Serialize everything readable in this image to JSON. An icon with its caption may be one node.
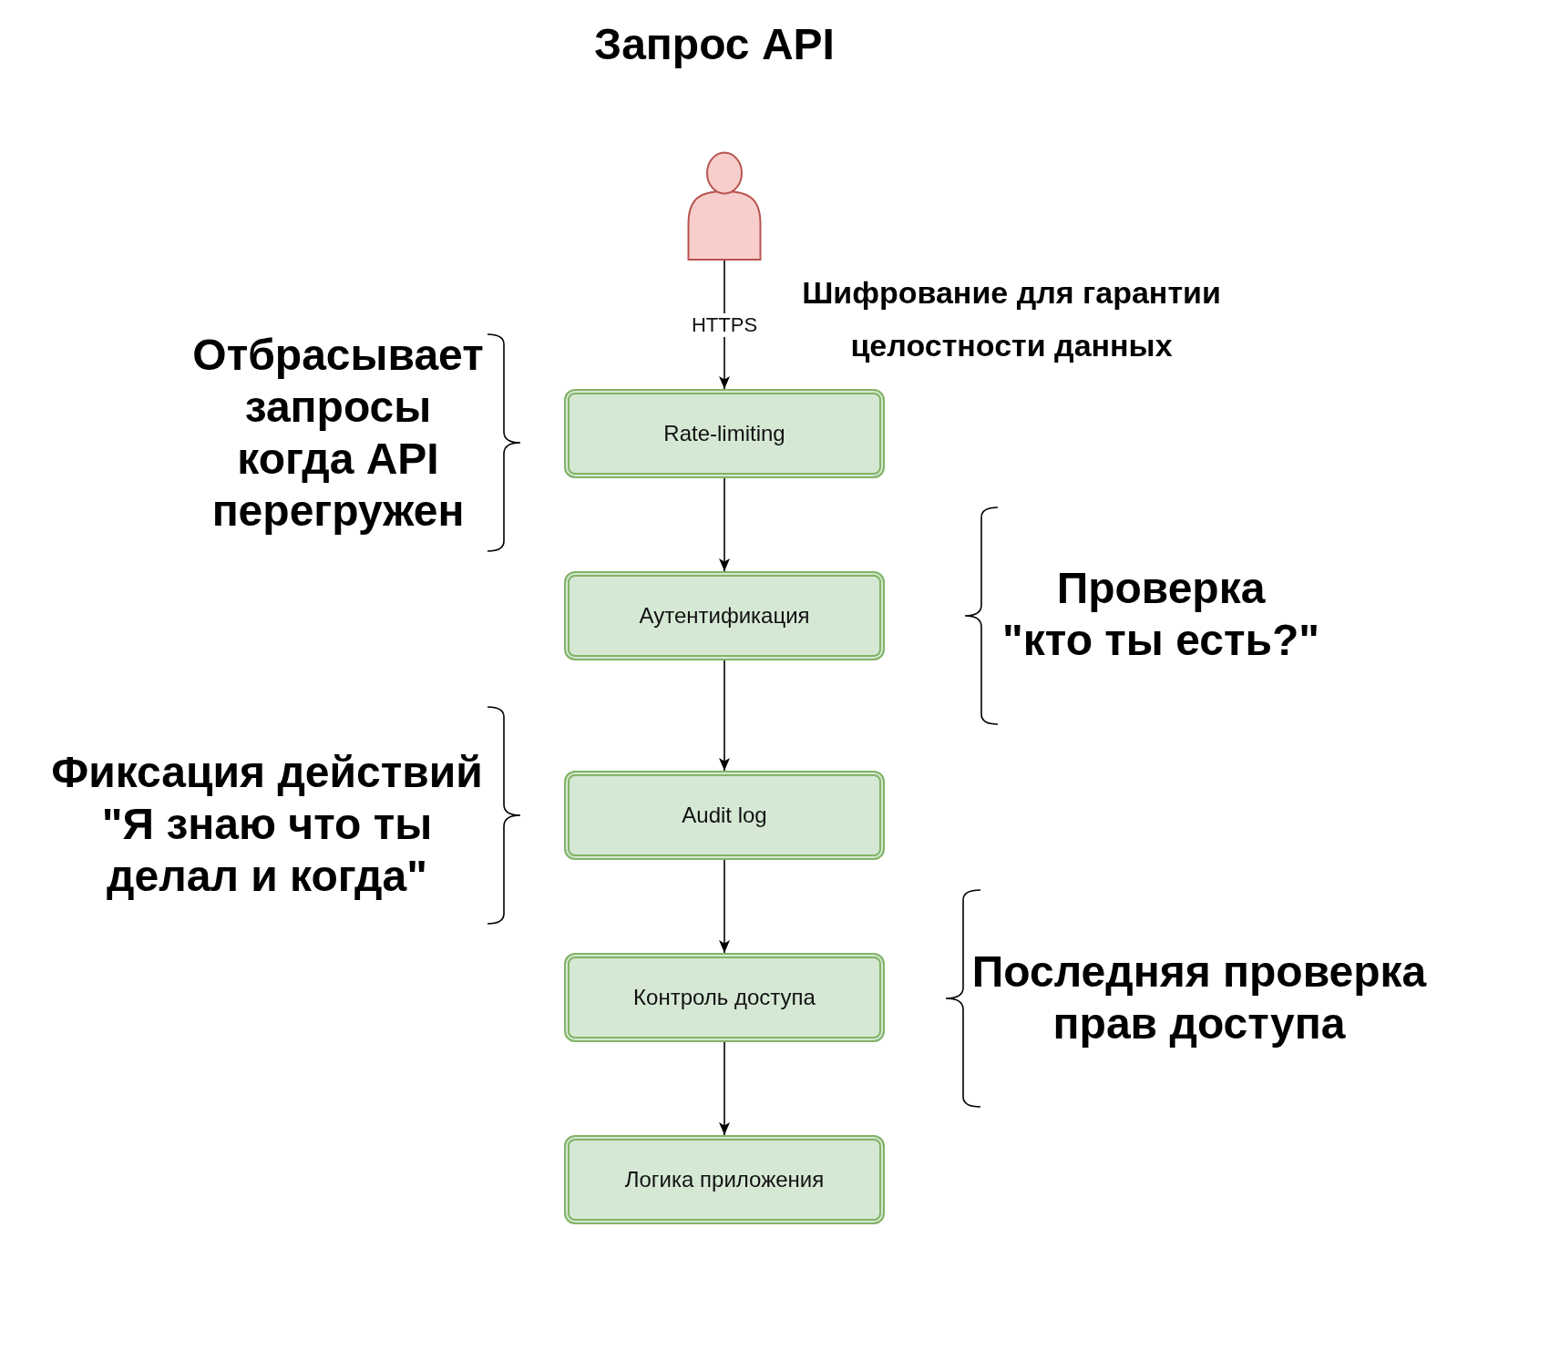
{
  "diagram": {
    "title": "Запрос API",
    "nodes": [
      {
        "text": [],
        "shape": "person"
      },
      {
        "text": [
          "Rate-limiting"
        ]
      },
      {
        "text": [
          "Аутентификация"
        ]
      },
      {
        "text": [
          "Audit log"
        ]
      },
      {
        "text": [
          "Контроль доступа"
        ]
      },
      {
        "text": [
          "Логика приложения"
        ]
      }
    ],
    "edges": [
      {
        "from": 0,
        "to": 1,
        "arrow": "to",
        "label": "HTTPS"
      },
      {
        "from": 1,
        "to": 2,
        "arrow": "to"
      },
      {
        "from": 2,
        "to": 3,
        "arrow": "to"
      },
      {
        "from": 3,
        "to": 4,
        "arrow": "to"
      },
      {
        "from": 4,
        "to": 5,
        "arrow": "to"
      }
    ],
    "labels": [
      "Шифрование для гарантии целостности данных",
      "Отбрасывает запросы когда API перегружен",
      "Проверка \"кто ты есть?\"",
      "Фиксация действий \"Я знаю что ты делал и когда\"",
      "Последняя проверка прав доступа"
    ]
  }
}
